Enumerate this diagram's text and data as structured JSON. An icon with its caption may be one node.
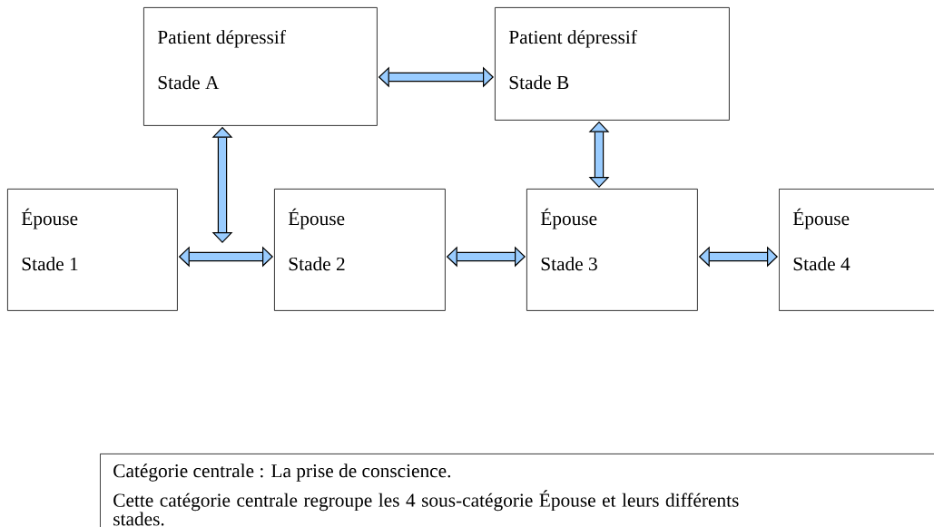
{
  "diagram": {
    "nodes": [
      {
        "text": [
          "Patient dépressif",
          "Stade A"
        ]
      },
      {
        "text": [
          "Patient dépressif",
          "Stade B"
        ]
      },
      {
        "text": [
          "Épouse",
          "Stade 1"
        ]
      },
      {
        "text": [
          "Épouse",
          "Stade 2"
        ]
      },
      {
        "text": [
          "Épouse",
          "Stade 3"
        ]
      },
      {
        "text": [
          "Épouse",
          "Stade 4"
        ]
      },
      {
        "text": [
          "Catégorie centrale : La prise de conscience.",
          "Cette catégorie centrale regroupe les 4 sous-catégorie Épouse et leurs différents stades."
        ]
      }
    ],
    "edges": [
      {
        "from": 0,
        "to": 1,
        "arrow": "both"
      },
      {
        "from": 0,
        "to": null,
        "arrow": "both"
      },
      {
        "from": 1,
        "to": 4,
        "arrow": "both"
      },
      {
        "from": 2,
        "to": 3,
        "arrow": "both"
      },
      {
        "from": 3,
        "to": 4,
        "arrow": "both"
      },
      {
        "from": 4,
        "to": 5,
        "arrow": "both"
      }
    ]
  }
}
